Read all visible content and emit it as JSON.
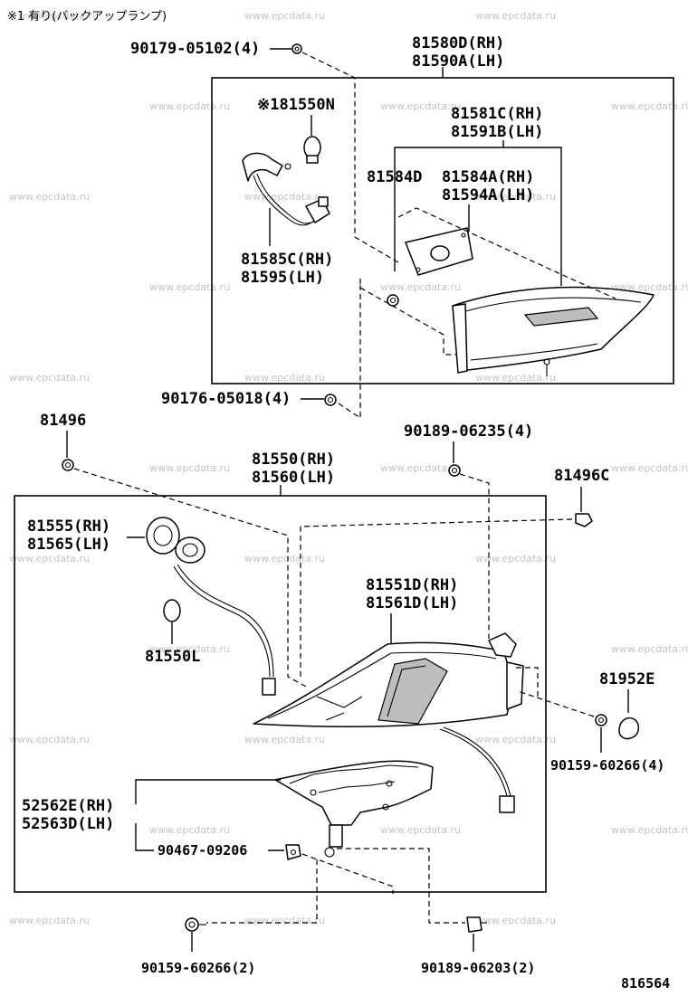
{
  "note": "※1 有り(バックアップランプ)",
  "watermark": "www.epcdata.ru",
  "figure_number": "816564",
  "labels": {
    "p1": "90179-05102(4)",
    "p2a": "81580D(RH)",
    "p2b": "81590A(LH)",
    "p3": "※181550N",
    "p4a": "81581C(RH)",
    "p4b": "81591B(LH)",
    "p5": "81584D",
    "p6a": "81584A(RH)",
    "p6b": "81594A(LH)",
    "p7a": "81585C(RH)",
    "p7b": "81595(LH)",
    "p8": "90176-05018(4)",
    "p9": "81496",
    "p10": "90189-06235(4)",
    "p11a": "81550(RH)",
    "p11b": "81560(LH)",
    "p12": "81496C",
    "p13a": "81555(RH)",
    "p13b": "81565(LH)",
    "p14a": "81551D(RH)",
    "p14b": "81561D(LH)",
    "p15": "81550L",
    "p16": "81952E",
    "p17": "90159-60266(4)",
    "p18a": "52562E(RH)",
    "p18b": "52563D(LH)",
    "p19": "90467-09206",
    "p20": "90159-60266(2)",
    "p21": "90189-06203(2)"
  }
}
